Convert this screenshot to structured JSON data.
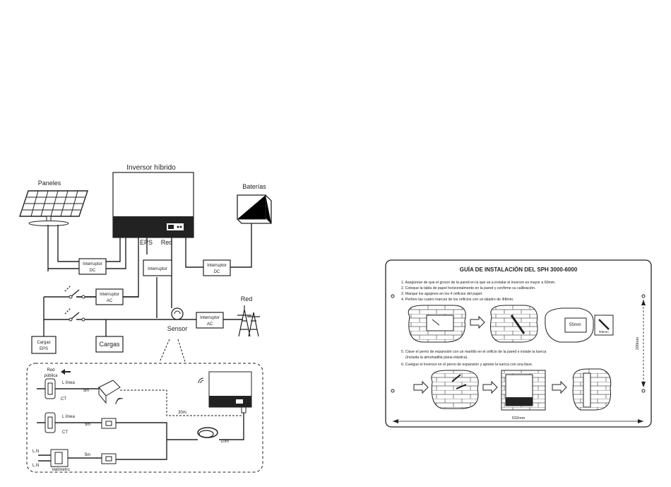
{
  "system_diagram": {
    "inverter_title": "Inversor híbrido",
    "panels": "Paneles",
    "batteries": "Baterías",
    "switch_dc_left": [
      "Interruptor",
      "DC"
    ],
    "switch_dc_right": [
      "Interruptor",
      "DC"
    ],
    "eps": "EPS",
    "red_port": "Red",
    "switch": "Interruptor",
    "switch_ac_left": [
      "Interruptor",
      "AC"
    ],
    "switch_ac_right": [
      "Interruptor",
      "AC"
    ],
    "loads_eps": [
      "Cargas",
      "EPS"
    ],
    "loads": "Cargas",
    "sensor": "Sensor",
    "grid": "Red"
  },
  "detail": {
    "public_grid": [
      "Red",
      "pública"
    ],
    "l_line_1": "L línea",
    "ct_1": "CT",
    "len_1": "5m",
    "l_line_2": "L línea",
    "ct_2": "CT",
    "len_2": "5m",
    "ln_top": "L.N",
    "ln_bottom": "L.N",
    "len_3": "5m",
    "meter": "Vatímetro",
    "len_30": "30m",
    "len_10": "10m"
  },
  "guide": {
    "title": "GUÍA DE INSTALACIÓN DEL SPH 3000-6000",
    "steps": [
      "1. Asegúrese de que el grosor de la pared en la que va a instalar el inversor es mayor a 60mm.",
      "2. Coloque la tabla de papel horizontalmente en la pared y confirme su calibración.",
      "3. Marque los agujeros en los 4 orificios del papel.",
      "4. Perfore las cuatro marcas de los orificios con un taladro de Φ8mm."
    ],
    "steps2": [
      "5. Clave el perno de expansión con un martillo en el orificio de la pared e instale la tuerca",
      "(incluida la almohadilla plana elástica).",
      "6. Cuelgue el inversor en el perno de expansión y apriete la tuerca con una llave."
    ],
    "drill_depth": "55mm",
    "drill_size": "Φ8mm",
    "width_dim": "532mm",
    "height_dim": "200mm"
  }
}
